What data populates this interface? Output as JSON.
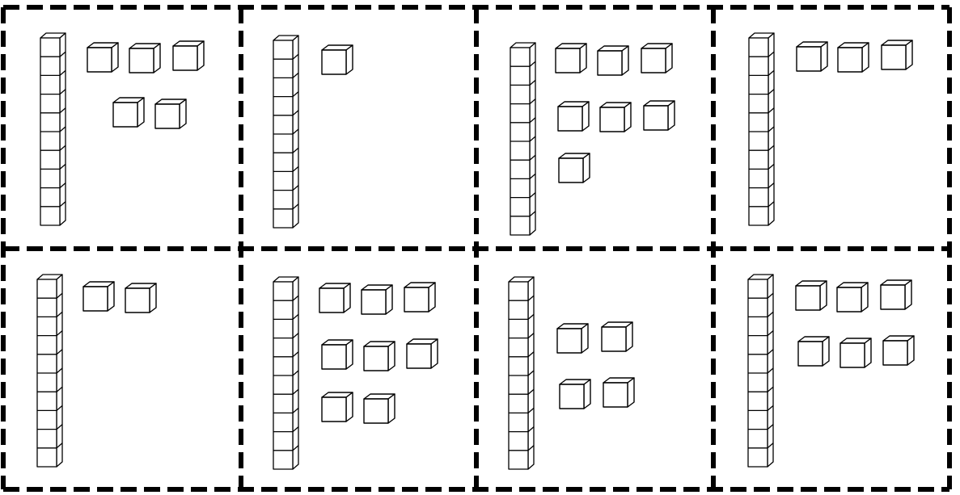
{
  "colors": {
    "line": "#000000",
    "face": "#ffffff"
  },
  "cards": [
    {
      "tens": 1,
      "ones": 5
    },
    {
      "tens": 1,
      "ones": 1
    },
    {
      "tens": 1,
      "ones": 7
    },
    {
      "tens": 1,
      "ones": 3
    },
    {
      "tens": 1,
      "ones": 2
    },
    {
      "tens": 1,
      "ones": 8
    },
    {
      "tens": 1,
      "ones": 4
    },
    {
      "tens": 1,
      "ones": 6
    }
  ]
}
